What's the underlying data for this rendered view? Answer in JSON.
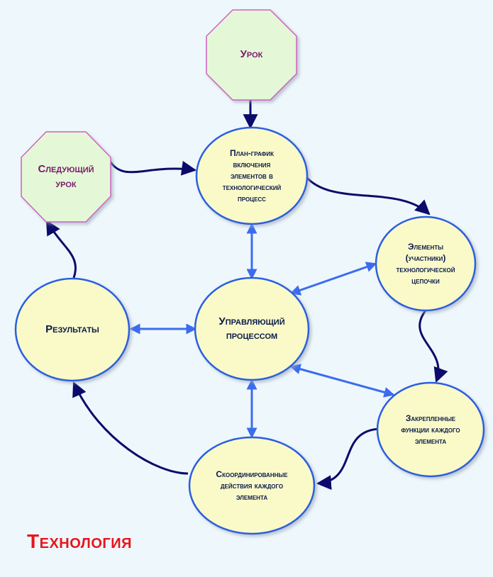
{
  "title": "Технология",
  "nodes": {
    "lesson": "Урок",
    "next_lesson": "Следующий\nурок",
    "plan": "План-график\nвключения\nэлементов в\nтехнологический\nпроцесс",
    "elements": "Элементы\n(участники)\nтехнологической\nцепочки",
    "manager": "Управляющий\nпроцессом",
    "results": "Результаты",
    "functions": "Закрепленные\nфункции каждого\nэлемента",
    "coordinated": "Скоординированные\nдействия каждого\nэлемента"
  },
  "colors": {
    "background": "#eef7fb",
    "ellipse_fill": "#fafac8",
    "ellipse_stroke": "#2a5fe0",
    "octagon_fill": "#e4f8d8",
    "octagon_stroke": "#d060c0",
    "flow_arrow": "#0b0b6b",
    "link_arrow": "#3b6cf0",
    "title": "#e8141c"
  }
}
